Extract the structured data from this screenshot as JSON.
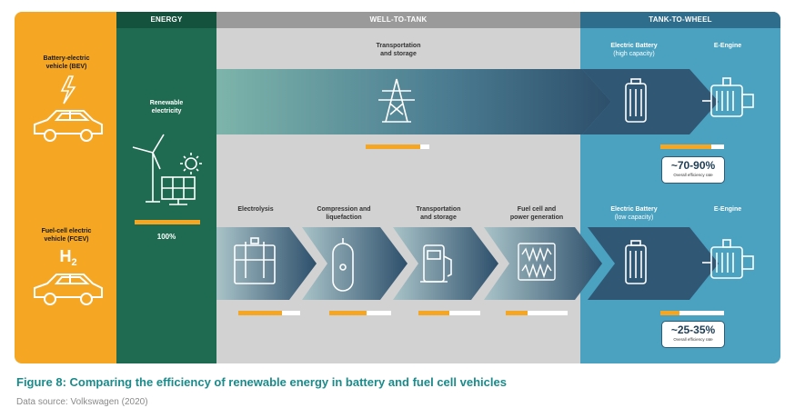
{
  "headers": {
    "energy": "ENERGY",
    "well_to_tank": "WELL-TO-TANK",
    "tank_to_wheel": "TANK-TO-WHEEL"
  },
  "vehicles": {
    "bev": "Battery-electric\nvehicle (BEV)",
    "fcev": "Fuel-cell electric\nvehicle (FCEV)",
    "h2_main": "H",
    "h2_sub": "2"
  },
  "energy": {
    "label": "Renewable\nelectricity",
    "percent": "100%",
    "efficiency": 1.0
  },
  "bev_path": {
    "transport_label": "Transportation\nand storage",
    "transport_efficiency": 0.85,
    "battery_label": "Electric Battery",
    "battery_sub": "(high capacity)",
    "engine_label": "E-Engine",
    "overall_efficiency": 0.8,
    "rate": "~70-90%",
    "rate_note": "Overall efficiency rate"
  },
  "fcev_path": {
    "steps": [
      {
        "label": "Electrolysis",
        "efficiency": 0.7
      },
      {
        "label": "Compression and\nliquefaction",
        "efficiency": 0.6
      },
      {
        "label": "Transportation\nand storage",
        "efficiency": 0.5
      },
      {
        "label": "Fuel cell and\npower generation",
        "efficiency": 0.35
      }
    ],
    "battery_label": "Electric Battery",
    "battery_sub": "(low capacity)",
    "engine_label": "E-Engine",
    "overall_efficiency": 0.3,
    "rate": "~25-35%",
    "rate_note": "Overall efficiency rate"
  },
  "caption": "Figure 8: Comparing the efficiency of renewable energy in battery and fuel cell vehicles",
  "source": "Data source: Volkswagen (2020)",
  "colors": {
    "orange": "#f5a623",
    "green": "#1f6b52",
    "grey": "#d0d0d0",
    "blue": "#4da3c2",
    "navy": "#2d4f6b",
    "caption": "#1a8a8a"
  }
}
